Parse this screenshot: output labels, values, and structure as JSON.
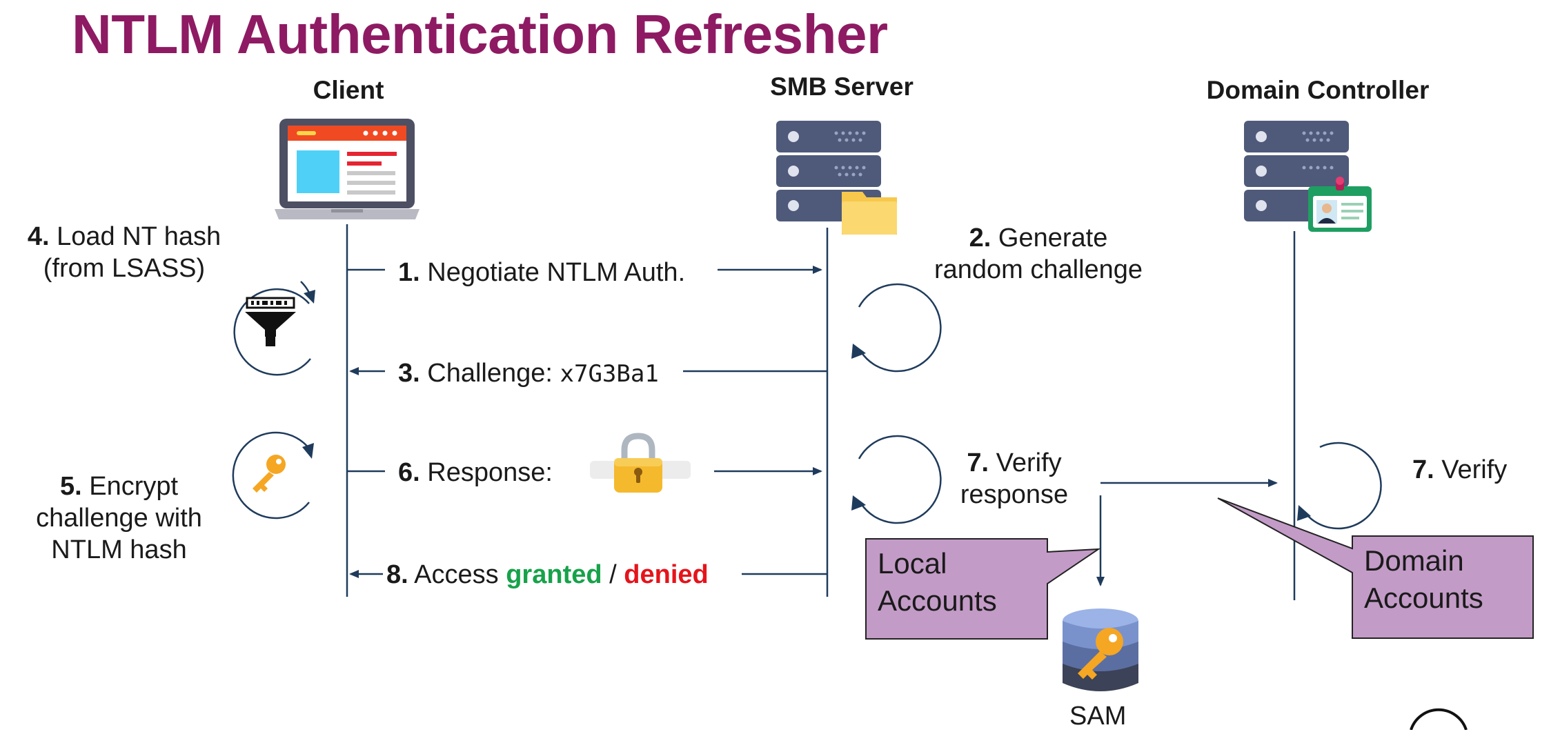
{
  "title": "NTLM Authentication Refresher",
  "columns": {
    "client": "Client",
    "smb_server": "SMB Server",
    "domain_controller": "Domain Controller"
  },
  "steps": {
    "s1": {
      "num": "1.",
      "text": "Negotiate NTLM Auth."
    },
    "s2": {
      "num": "2.",
      "line1": "Generate",
      "line2": "random challenge"
    },
    "s3": {
      "num": "3.",
      "text": "Challenge:",
      "value": "x7G3Ba1"
    },
    "s4": {
      "num": "4.",
      "line1": "Load NT hash",
      "line2": "(from LSASS)"
    },
    "s5": {
      "num": "5.",
      "line1": "Encrypt",
      "line2": "challenge with",
      "line3": "NTLM hash"
    },
    "s6": {
      "num": "6.",
      "text": "Response:"
    },
    "s7_server": {
      "num": "7.",
      "line1": "Verify",
      "line2": "response"
    },
    "s7_dc": {
      "num": "7.",
      "text": "Verify"
    },
    "s8": {
      "num": "8.",
      "text": "Access",
      "granted": "granted",
      "sep": "/",
      "denied": "denied"
    }
  },
  "callouts": {
    "local": {
      "line1": "Local",
      "line2": "Accounts"
    },
    "domain": {
      "line1": "Domain",
      "line2": "Accounts"
    }
  },
  "sam_label": "SAM",
  "icons": {
    "client": "laptop-icon",
    "smb_server": "server-folder-icon",
    "domain_controller": "server-badge-icon",
    "load_hash": "funnel-icon",
    "encrypt": "key-icon",
    "response": "padlock-icon",
    "sam": "database-key-icon"
  },
  "colors": {
    "title": "#8e1a63",
    "arrow": "#1f3b5c",
    "granted": "#17a24a",
    "denied": "#e5141b",
    "callout_fill": "#c39bc7",
    "server": "#4f5a7a"
  }
}
